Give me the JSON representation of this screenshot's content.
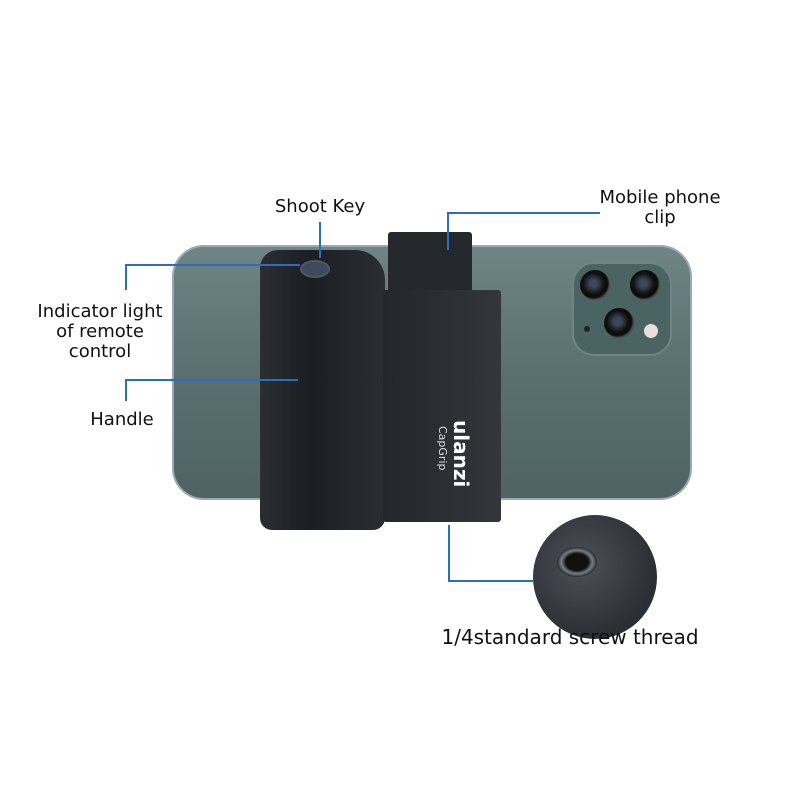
{
  "labels": {
    "shoot_key": "Shoot Key",
    "clip_line1": "Mobile phone",
    "clip_line2": "clip",
    "indicator_line1": "Indicator light",
    "indicator_line2": "of remote",
    "indicator_line3": "control",
    "handle": "Handle",
    "screw": "1/4standard screw thread"
  },
  "product": {
    "brand": "ulanzi",
    "model": "CapGrip"
  },
  "colors": {
    "callout": "#2b6fb8"
  }
}
